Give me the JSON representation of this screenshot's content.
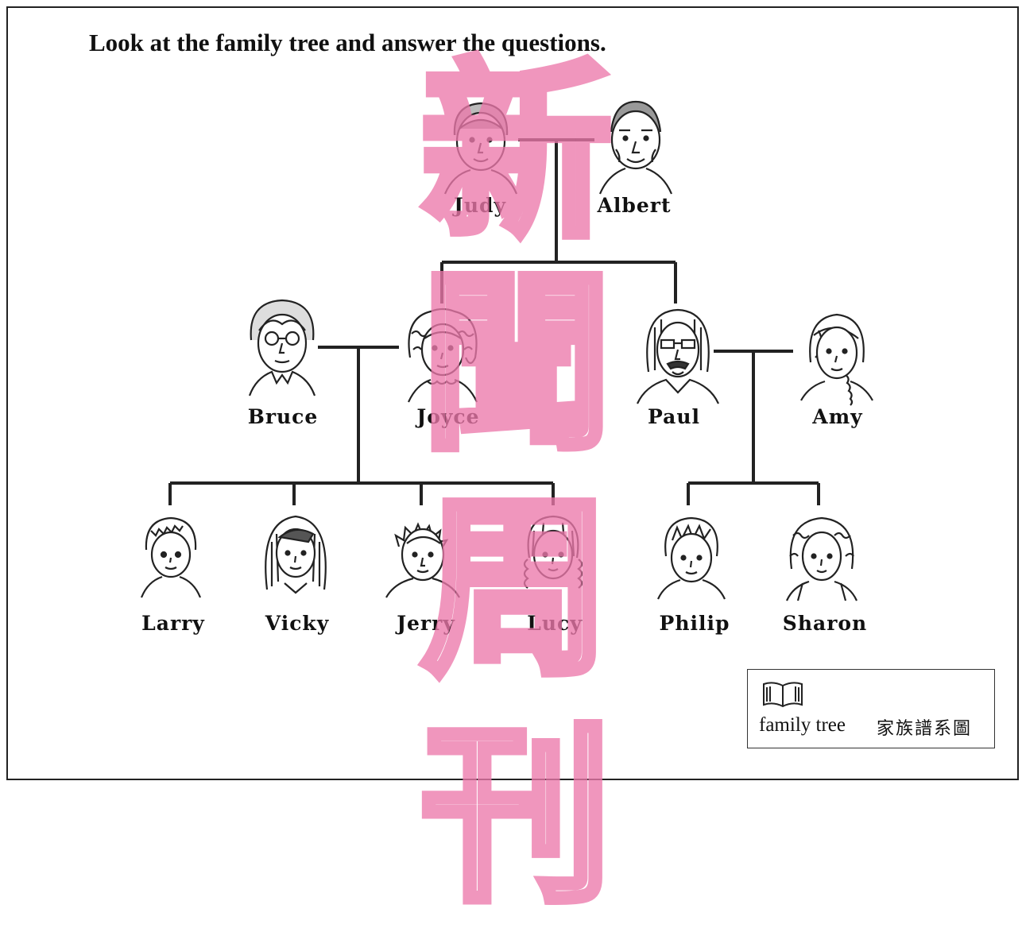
{
  "title": "Look at the family tree and answer the questions.",
  "members": {
    "judy": "Judy",
    "albert": "Albert",
    "bruce": "Bruce",
    "joyce": "Joyce",
    "paul": "Paul",
    "amy": "Amy",
    "larry": "Larry",
    "vicky": "Vicky",
    "jerry": "Jerry",
    "lucy": "Lucy",
    "philip": "Philip",
    "sharon": "Sharon"
  },
  "legend": {
    "icon": "book-icon",
    "term": "family tree",
    "term_zh": "家族譜系圖"
  },
  "watermark": {
    "chars": [
      "新",
      "聞",
      "周",
      "刊"
    ],
    "color": "#ec78aa"
  }
}
